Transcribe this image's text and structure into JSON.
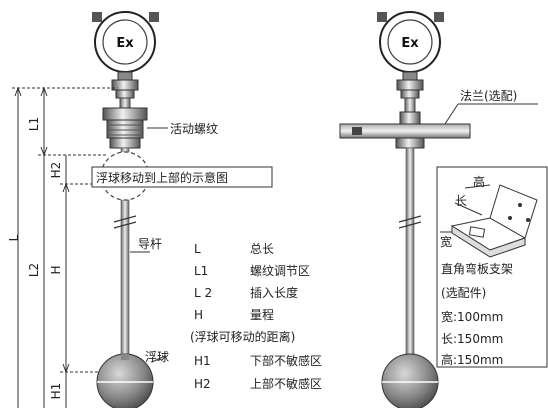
{
  "device": {
    "ex_mark": "Ex"
  },
  "left_labels": {
    "thread": "活动螺纹",
    "float_moving": "浮球移动到上部的示意图",
    "rod": "导杆",
    "float": "浮球"
  },
  "dimensions": {
    "L": "L",
    "L1": "L1",
    "L2": "L2",
    "H": "H",
    "H1": "H1",
    "H2": "H2"
  },
  "legend": {
    "rows": [
      {
        "symbol": "L",
        "text": "总长"
      },
      {
        "symbol": "L1",
        "text": "螺纹调节区"
      },
      {
        "symbol": "L 2",
        "text": "插入长度"
      },
      {
        "symbol": "H",
        "text": "量程"
      }
    ],
    "note": "(浮球可移动的距离)",
    "rows2": [
      {
        "symbol": "H1",
        "text": "下部不敏感区"
      },
      {
        "symbol": "H2",
        "text": "上部不敏感区"
      }
    ]
  },
  "right_labels": {
    "flange": "法兰(选配)",
    "bracket_height": "高",
    "bracket_length": "长",
    "bracket_width": "宽",
    "bracket_title": "直角弯板支架",
    "bracket_optional": "(选配件)",
    "spec_width": "宽:100mm",
    "spec_length": "长:150mm",
    "spec_height": "高:150mm"
  }
}
